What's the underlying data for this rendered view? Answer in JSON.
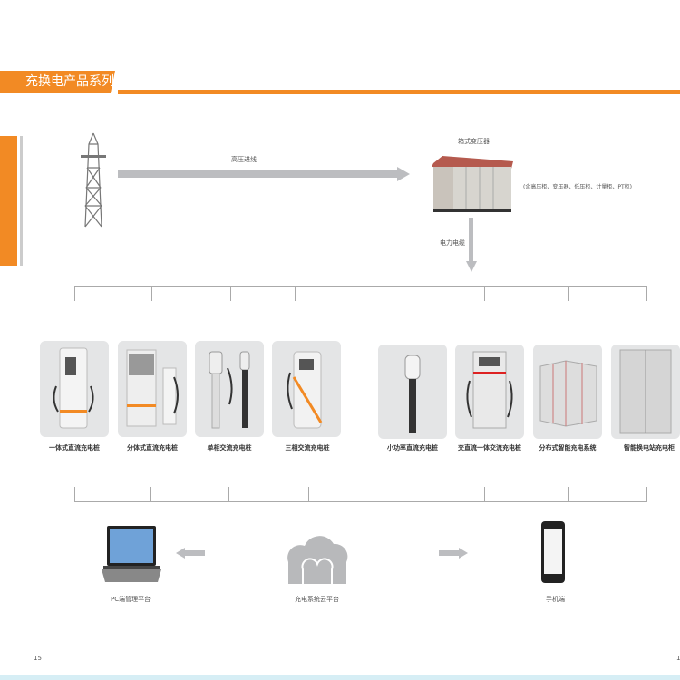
{
  "header": {
    "title": "充换电产品系列"
  },
  "flow": {
    "high_voltage_label": "高压进线",
    "transformer_label": "箱式变压器",
    "transformer_note": "(含高压柜、变压器、低压柜、计量柜、PT柜)",
    "cable_label": "电力电缆"
  },
  "products": [
    {
      "label": "一体式直流充电桩"
    },
    {
      "label": "分体式直流充电桩"
    },
    {
      "label": "单相交流充电桩"
    },
    {
      "label": "三相交流充电桩"
    },
    {
      "label": "小功率直流充电桩"
    },
    {
      "label": "交直流一体交流充电桩"
    },
    {
      "label": "分布式智能充电系统"
    },
    {
      "label": "智能换电站充电柜"
    }
  ],
  "platforms": {
    "pc": "PC端管理平台",
    "cloud": "充电系统云平台",
    "mobile": "手机端"
  },
  "footer": {
    "page_left": "15",
    "page_right": "1"
  },
  "colors": {
    "accent": "#f28a24",
    "arrow": "#bcbdc0"
  }
}
